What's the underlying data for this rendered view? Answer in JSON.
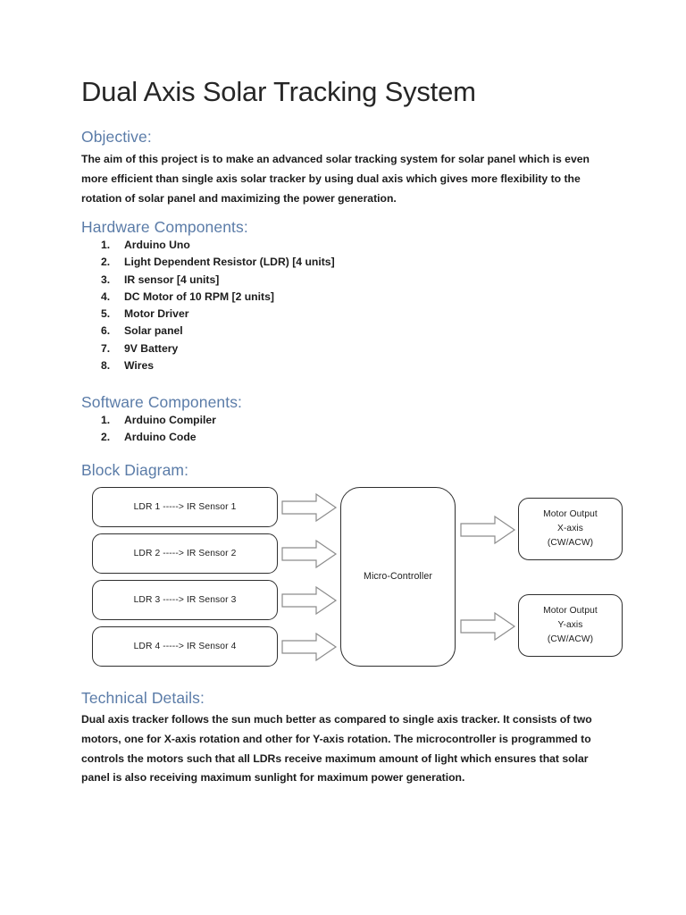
{
  "document": {
    "title": "Dual Axis Solar Tracking System"
  },
  "sections": {
    "objective": {
      "heading": "Objective:",
      "body": "The aim of this project is to make an advanced solar tracking system for solar panel which is even more efficient than single axis solar tracker by using dual axis which gives more flexibility to the rotation of solar panel and maximizing the power generation."
    },
    "hardware": {
      "heading": "Hardware Components:",
      "items": [
        {
          "num": "1.",
          "label": "Arduino Uno"
        },
        {
          "num": "2.",
          "label": "Light Dependent Resistor (LDR) [4 units]"
        },
        {
          "num": "3.",
          "label": "IR sensor [4 units]"
        },
        {
          "num": "4.",
          "label": "DC Motor of 10 RPM [2 units]"
        },
        {
          "num": "5.",
          "label": "Motor Driver"
        },
        {
          "num": "6.",
          "label": "Solar panel"
        },
        {
          "num": "7.",
          "label": "9V Battery"
        },
        {
          "num": "8.",
          "label": "Wires"
        }
      ]
    },
    "software": {
      "heading": "Software Components:",
      "items": [
        {
          "num": "1.",
          "label": "Arduino Compiler"
        },
        {
          "num": "2.",
          "label": "Arduino Code"
        }
      ]
    },
    "block_diagram": {
      "heading": "Block Diagram:"
    },
    "technical_details": {
      "heading": "Technical Details:",
      "body": "Dual axis tracker follows the sun much better as compared to single axis tracker. It consists of two motors, one for X-axis rotation and other for Y-axis rotation. The microcontroller is programmed to controls the motors such that all LDRs receive maximum amount of light which ensures that solar panel is also receiving maximum sunlight for maximum power generation."
    }
  },
  "diagram": {
    "inputs": [
      {
        "label": "LDR 1 ----->  IR Sensor 1"
      },
      {
        "label": "LDR 2 ----->  IR Sensor 2"
      },
      {
        "label": "LDR 3 ----->  IR Sensor 3"
      },
      {
        "label": "LDR 4 ----->  IR Sensor 4"
      }
    ],
    "controller": {
      "label": "Micro-Controller"
    },
    "outputs": [
      {
        "line1": "Motor Output",
        "line2": "X-axis",
        "line3": "(CW/ACW)"
      },
      {
        "line1": "Motor Output",
        "line2": "Y-axis",
        "line3": "(CW/ACW)"
      }
    ],
    "colors": {
      "node_border": "#2f2f2f",
      "arrow_stroke": "#8c8c8c",
      "heading_blue": "#5b7ca8",
      "body_text": "#1c1c1c"
    }
  }
}
